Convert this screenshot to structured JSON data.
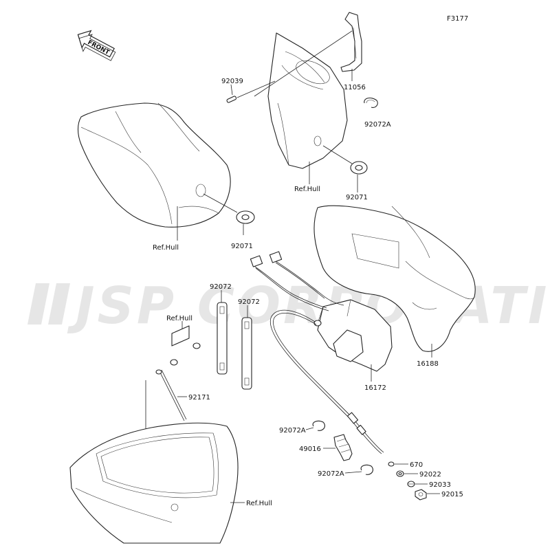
{
  "figure_id": "F3177",
  "front_label": "FRONT",
  "watermark": "JSP CORPORATION",
  "labels": {
    "p11056": "11056",
    "p92039": "92039",
    "p92072A_top": "92072A",
    "p92071_right": "92071",
    "refhull_upper": "Ref.Hull",
    "refhull_left": "Ref.Hull",
    "p92071_left": "92071",
    "p92072_a": "92072",
    "p92072_b": "92072",
    "refhull_strap": "Ref.Hull",
    "p92171": "92171",
    "p16188": "16188",
    "p16172": "16172",
    "p92072A_mid": "92072A",
    "p49016": "49016",
    "p92072A_low": "92072A",
    "p670": "670",
    "p92022": "92022",
    "p92033": "92033",
    "p92015": "92015",
    "refhull_bottom": "Ref.Hull"
  }
}
